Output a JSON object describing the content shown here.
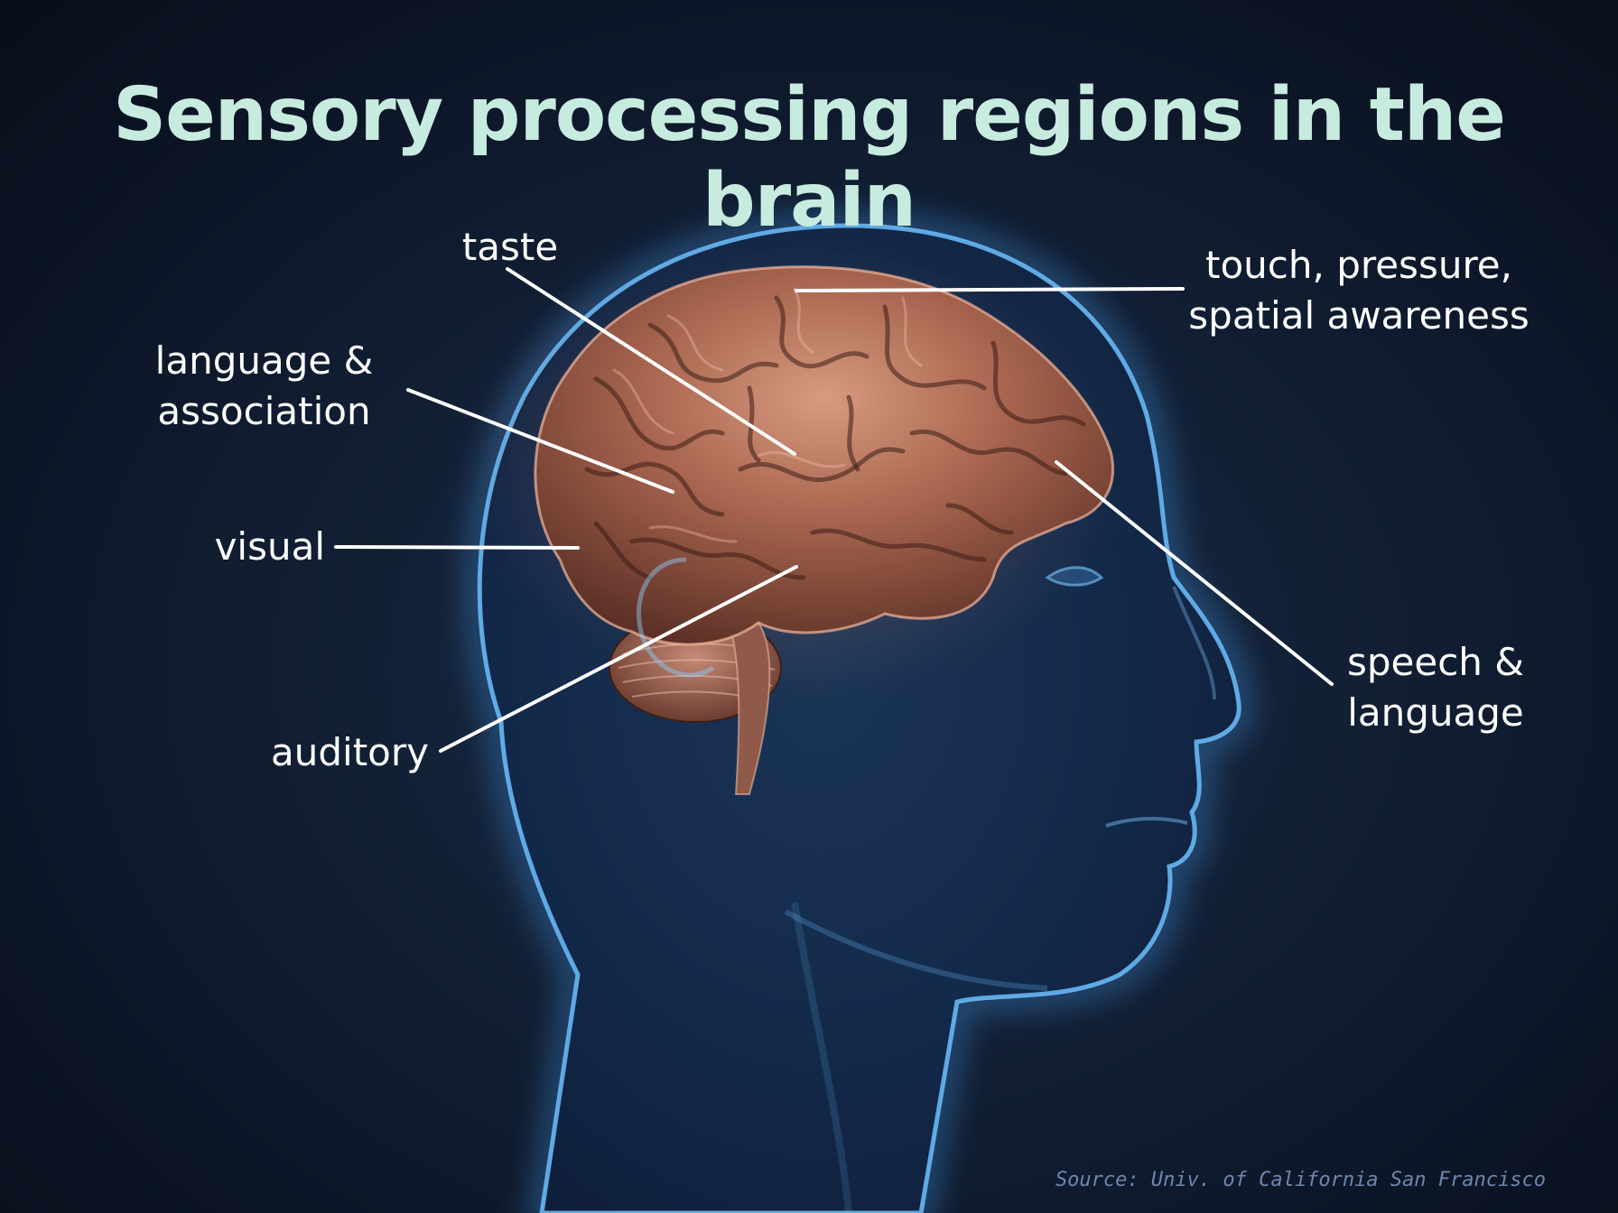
{
  "title": "Sensory processing regions in the brain",
  "labels": {
    "taste": "taste",
    "touch_line1": "touch, pressure,",
    "touch_line2": "spatial awareness",
    "language_line1": "language &",
    "language_line2": "association",
    "visual": "visual",
    "auditory": "auditory",
    "speech_line1": "speech &",
    "speech_line2": "language"
  },
  "source": "Source: Univ. of California San Francisco",
  "colors": {
    "title": "#c7ecdf",
    "label_text": "#ffffff",
    "leader_line": "#ffffff",
    "head_glow": "#5fb3ff",
    "brain": "#b8735e",
    "source_text": "#6f86ae"
  }
}
